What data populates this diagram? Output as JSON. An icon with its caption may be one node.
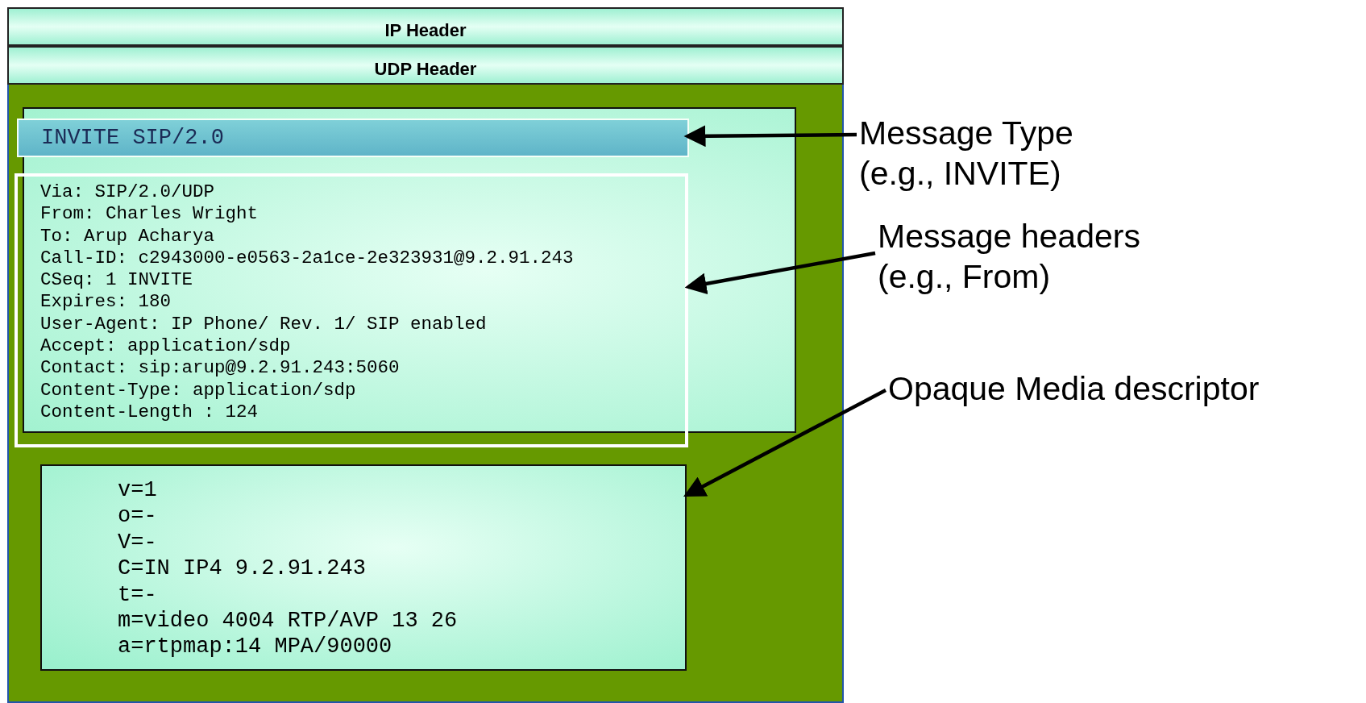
{
  "diagram": {
    "nodes": [
      {
        "text": [
          "IP Header"
        ]
      },
      {
        "text": [
          "UDP Header"
        ]
      },
      {
        "text": [],
        "shape": "box"
      },
      {
        "text": [],
        "shape": "box",
        "in": 2
      },
      {
        "text": [
          "INVITE SIP/2.0"
        ],
        "in": 3
      },
      {
        "text": [
          "Via: SIP/2.0/UDP",
          "From: Charles Wright",
          "To: Arup Acharya",
          "Call-ID: c2943000-e0563-2a1ce-2e323931@9.2.91.243",
          "CSeq: 1 INVITE",
          "Expires: 180",
          "User-Agent: IP Phone/ Rev. 1/ SIP enabled",
          "Accept: application/sdp",
          "Contact: sip:arup@9.2.91.243:5060",
          "Content-Type: application/sdp",
          "Content-Length : 124"
        ],
        "in": 2
      },
      {
        "text": [
          "v=1",
          "o=-",
          "V=-",
          "C=IN IP4 9.2.91.243",
          "t=-",
          "m=video 4004 RTP/AVP 13 26",
          "a=rtpmap:14 MPA/90000"
        ],
        "in": 2
      },
      {
        "text": [
          "Message Type",
          "(e.g., INVITE)"
        ]
      },
      {
        "text": [
          "Message headers",
          "(e.g., From)"
        ]
      },
      {
        "text": [
          "Opaque Media descriptor"
        ]
      }
    ],
    "edges": [
      {
        "from": 7,
        "to": 4,
        "arrow": "to"
      },
      {
        "from": 8,
        "to": 5,
        "arrow": "to"
      },
      {
        "from": 9,
        "to": 6,
        "arrow": "to"
      }
    ]
  }
}
